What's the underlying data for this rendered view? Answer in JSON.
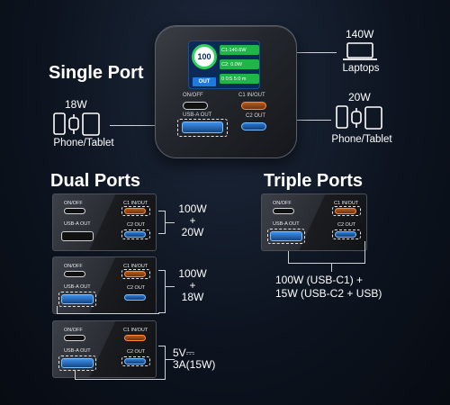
{
  "single_port": {
    "heading": "Single Port",
    "left": {
      "watts": "18W",
      "label": "Phone/Tablet"
    },
    "top_right": {
      "watts": "140W",
      "label": "Laptops"
    },
    "right": {
      "watts": "20W",
      "label": "Phone/Tablet"
    }
  },
  "charger": {
    "display": {
      "percent": "100",
      "percent_unit": "%",
      "out_label": "OUT",
      "stats": [
        "C1:140.6W",
        "C2: 0.0W",
        "0 0:5 5:0 m"
      ]
    },
    "on_off_label": "ON/OFF",
    "c1_label": "C1 IN/OUT",
    "c2_label": "C2 OUT",
    "usba_label": "USB-A OUT"
  },
  "dual_ports": {
    "heading": "Dual Ports",
    "rows": [
      {
        "line1": "100W",
        "plus": "+",
        "line2": "20W"
      },
      {
        "line1": "100W",
        "plus": "+",
        "line2": "18W"
      },
      {
        "line1": "5V⎓",
        "plus": "",
        "line2": "3A(15W)"
      }
    ]
  },
  "triple_ports": {
    "heading": "Triple Ports",
    "line1": "100W (USB-C1) +",
    "line2": "15W (USB-C2 + USB)"
  },
  "panel_labels": {
    "on_off": "ON/OFF",
    "c1": "C1 IN/OUT",
    "c2": "C2 OUT",
    "usba": "USB-A OUT"
  },
  "colors": {
    "background": "#0d1420",
    "accent_blue": "#3b91ef",
    "accent_orange": "#ff8a3d",
    "display_green": "#21b44a"
  }
}
